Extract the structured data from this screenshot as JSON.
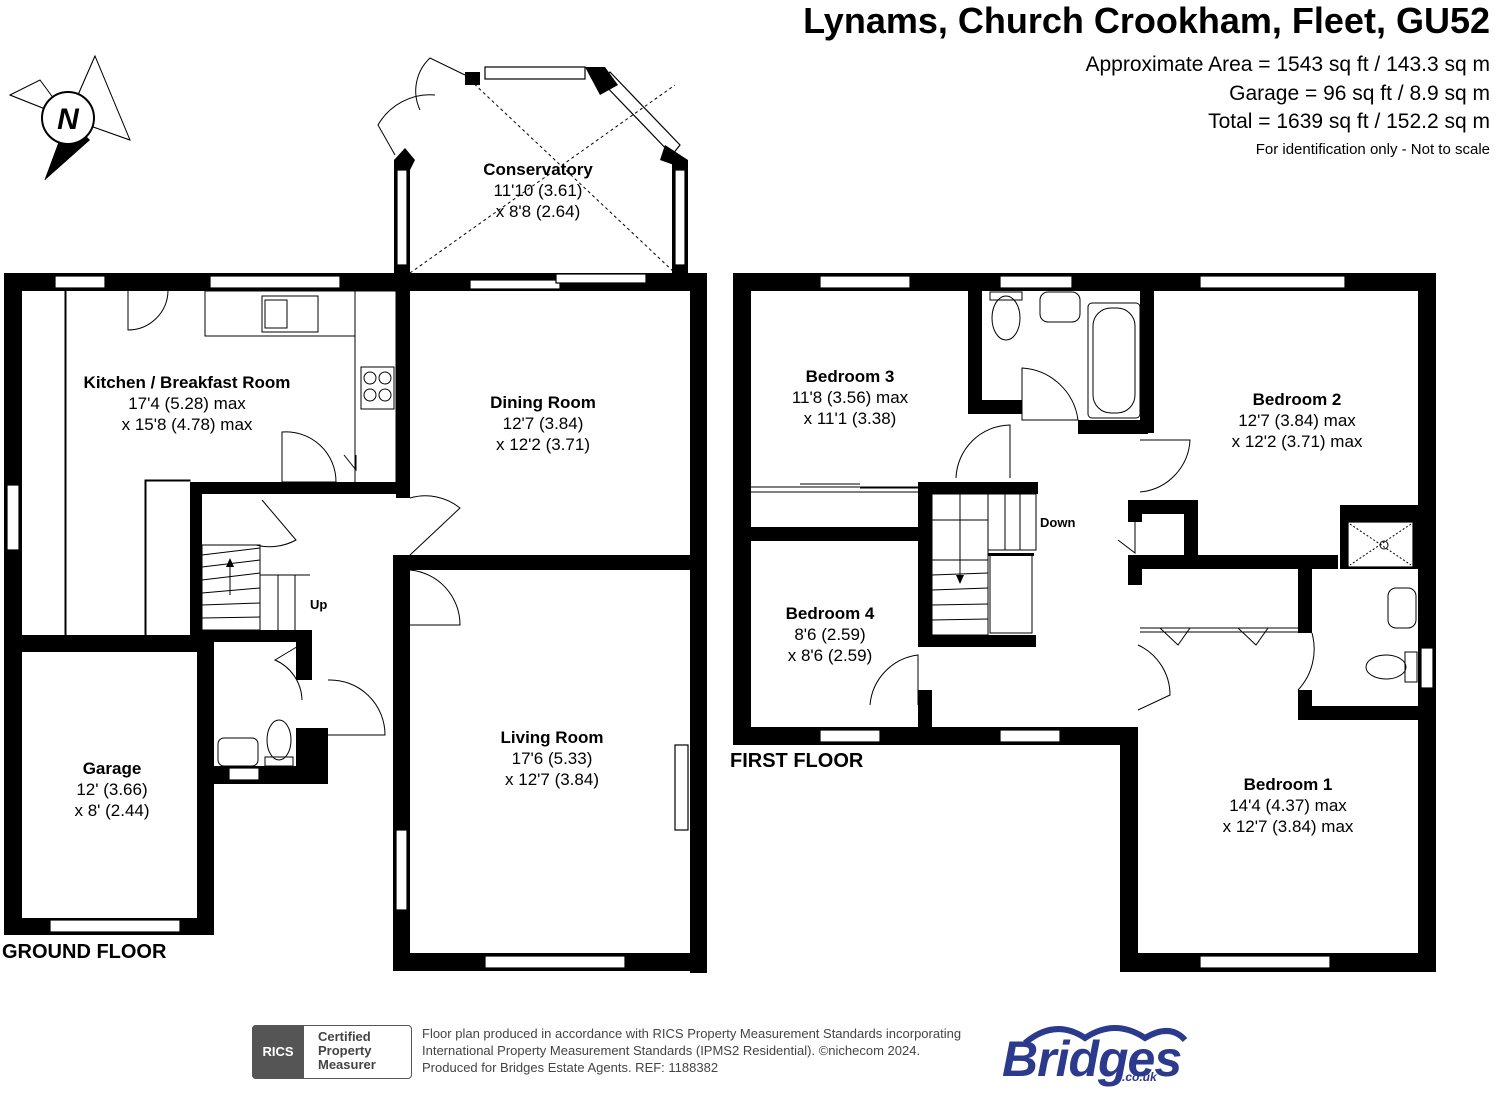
{
  "header": {
    "title": "Lynams, Church Crookham, Fleet, GU52",
    "area_lines": [
      "Approximate Area = 1543 sq ft / 143.3 sq m",
      "Garage = 96 sq ft / 8.9 sq m",
      "Total = 1639 sq ft / 152.2 sq m"
    ],
    "note": "For identification only - Not to scale"
  },
  "compass": {
    "letter": "N"
  },
  "floors": {
    "ground": "GROUND FLOOR",
    "first": "FIRST FLOOR"
  },
  "rooms": {
    "conservatory": {
      "name": "Conservatory",
      "dim1": "11'10 (3.61)",
      "dim2": "x 8'8 (2.64)"
    },
    "kitchen": {
      "name": "Kitchen / Breakfast Room",
      "dim1": "17'4 (5.28) max",
      "dim2": "x 15'8 (4.78) max"
    },
    "dining": {
      "name": "Dining Room",
      "dim1": "12'7 (3.84)",
      "dim2": "x 12'2 (3.71)"
    },
    "living": {
      "name": "Living Room",
      "dim1": "17'6 (5.33)",
      "dim2": "x 12'7 (3.84)"
    },
    "garage": {
      "name": "Garage",
      "dim1": "12' (3.66)",
      "dim2": "x 8' (2.44)"
    },
    "bedroom3": {
      "name": "Bedroom 3",
      "dim1": "11'8 (3.56) max",
      "dim2": "x 11'1 (3.38)"
    },
    "bedroom2": {
      "name": "Bedroom 2",
      "dim1": "12'7 (3.84) max",
      "dim2": "x 12'2 (3.71) max"
    },
    "bedroom4": {
      "name": "Bedroom 4",
      "dim1": "8'6 (2.59)",
      "dim2": "x 8'6 (2.59)"
    },
    "bedroom1": {
      "name": "Bedroom 1",
      "dim1": "14'4 (4.37) max",
      "dim2": "x 12'7 (3.84) max"
    }
  },
  "stairs": {
    "up": "Up",
    "down": "Down"
  },
  "footer": {
    "rics_logo": "RICS",
    "rics_lines": [
      "Certified",
      "Property",
      "Measurer"
    ],
    "text_lines": [
      "Floor plan produced in accordance with RICS Property Measurement Standards incorporating",
      "International Property Measurement Standards (IPMS2 Residential).  ©nichecom 2024.",
      "Produced for Bridges Estate Agents.   REF:  1188382"
    ],
    "brand": "Bridges",
    "brand_sub": ".co.uk"
  }
}
